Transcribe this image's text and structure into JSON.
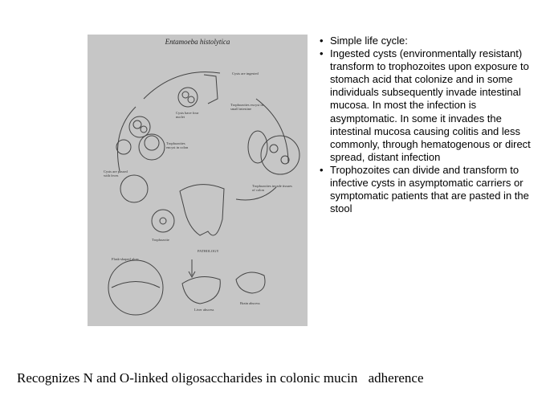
{
  "figure": {
    "title": "Entamoeba histolytica",
    "labels": {
      "cysts_ingested": "Cysts are ingested",
      "trophozoites_excyst": "Trophozoites excyst in small intestine",
      "trophozoites_invade": "Trophozoites invade tissues of colon",
      "cysts_four_nuclei": "Cysts have four nuclei",
      "trophozoites_encyst": "Trophozoites encyst in colon",
      "cysts_passed": "Cysts are passed with feces",
      "trophozoite": "Trophozoite",
      "pathology": "PATHOLOGY",
      "flask_ulcer": "Flask-shaped ulcer",
      "liver_abscess": "Liver abscess",
      "brain_abscess": "Brain abscess"
    }
  },
  "bullets": [
    "Simple life cycle:",
    "Ingested cysts (environmentally resistant) transform to trophozoites upon exposure to stomach acid that colonize and in some individuals subsequently invade intestinal mucosa. In most the infection is asymptomatic. In some it invades the intestinal mucosa causing colitis and less commonly, through hematogenous or direct spread, distant infection",
    "Trophozoites can divide and transform to infective cysts in asymptomatic carriers or symptomatic patients that are pasted in the stool"
  ],
  "bullet_symbol": "•",
  "caption": "Recognizes N and O-linked oligosaccharides in colonic mucinadherence",
  "colors": {
    "figure_background": "#c6c6c6",
    "line": "#444444"
  }
}
